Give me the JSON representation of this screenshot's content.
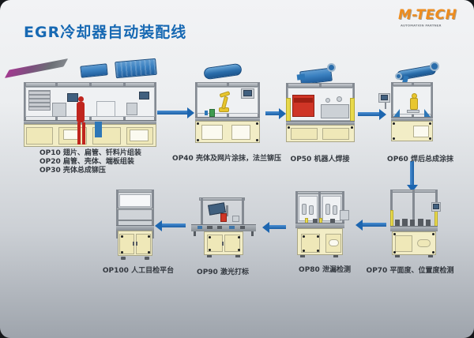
{
  "title": "EGR冷却器自动装配线",
  "logo": {
    "name": "M-TECH",
    "tagline": "AUTOMATION PARTNER"
  },
  "stations": {
    "group123": {
      "line1": "OP10 翅片、扁管、钎料片组装",
      "line2": "OP20 扁管、壳体、端板组装",
      "line3": "OP30 壳体总成铆压"
    },
    "op40": {
      "label": "OP40 壳体及网片涂抹，法兰铆压"
    },
    "op50": {
      "label": "OP50 机器人焊接"
    },
    "op60": {
      "label": "OP60 焊后总成涂抹"
    },
    "op70": {
      "label": "OP70 平面度、位置度检测"
    },
    "op80": {
      "label": "OP80 泄漏检测"
    },
    "op90": {
      "label": "OP90 激光打标"
    },
    "op100": {
      "label": "OP100 人工目检平台"
    }
  },
  "colors": {
    "title_blue": "#1769b3",
    "arrow_blue": "#1d66b0",
    "logo_orange": "#ee8c1e",
    "cabinet_yellow": "#f2edc6",
    "background_top": "#f1f2f4",
    "background_bottom": "#9fa5ad"
  }
}
